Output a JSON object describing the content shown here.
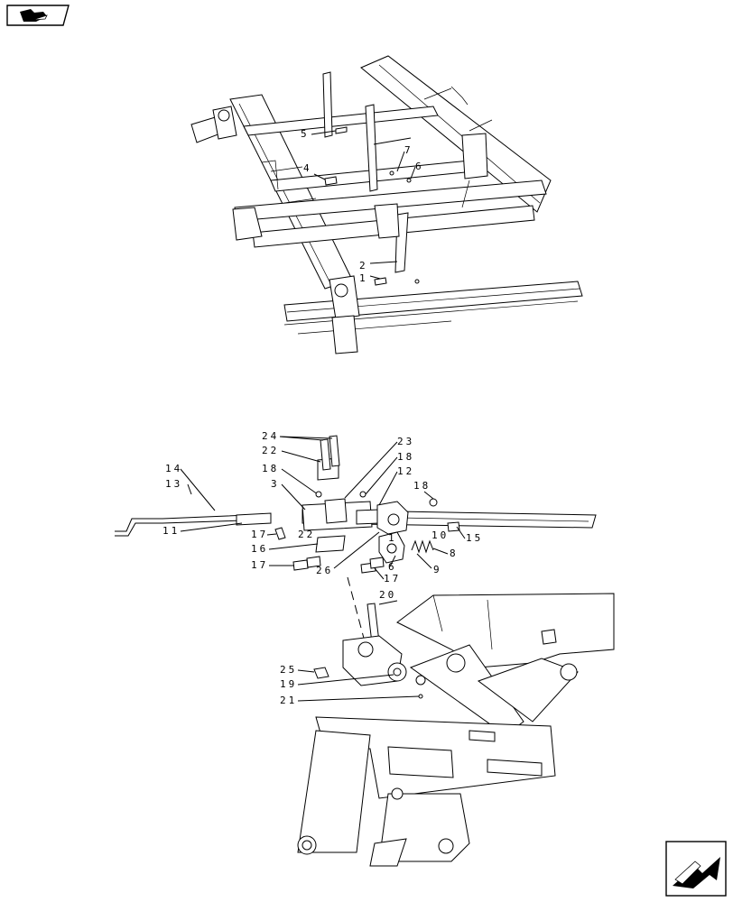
{
  "icons": {
    "top_left": "book-arrow-icon",
    "bottom_right": "next-page-arrow-icon"
  },
  "upper_callouts": [
    "5",
    "4",
    "7",
    "6",
    "2",
    "1"
  ],
  "lower_callouts": [
    "24",
    "22",
    "18",
    "3",
    "23",
    "18",
    "12",
    "18",
    "14",
    "13",
    "11",
    "17",
    "16",
    "17",
    "22",
    "26",
    "1",
    "10",
    "8",
    "15",
    "6",
    "9",
    "17",
    "20",
    "25",
    "19",
    "21"
  ]
}
